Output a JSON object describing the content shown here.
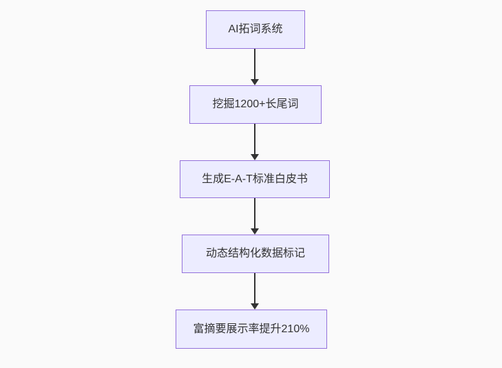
{
  "page": {
    "background_color": "#fafafa"
  },
  "flowchart": {
    "type": "flowchart-vertical",
    "node_fill_color": "#ECECFF",
    "node_border_color": "#9370DB",
    "node_text_color": "#333333",
    "arrow_color": "#333333",
    "nodes": [
      {
        "label": "AI拓词系统"
      },
      {
        "label": "挖掘1200+长尾词"
      },
      {
        "label": "生成E-A-T标准白皮书"
      },
      {
        "label": "动态结构化数据标记"
      },
      {
        "label": "富摘要展示率提升210%"
      }
    ],
    "edges": [
      {
        "from": 0,
        "to": 1
      },
      {
        "from": 1,
        "to": 2
      },
      {
        "from": 2,
        "to": 3
      },
      {
        "from": 3,
        "to": 4
      }
    ]
  }
}
